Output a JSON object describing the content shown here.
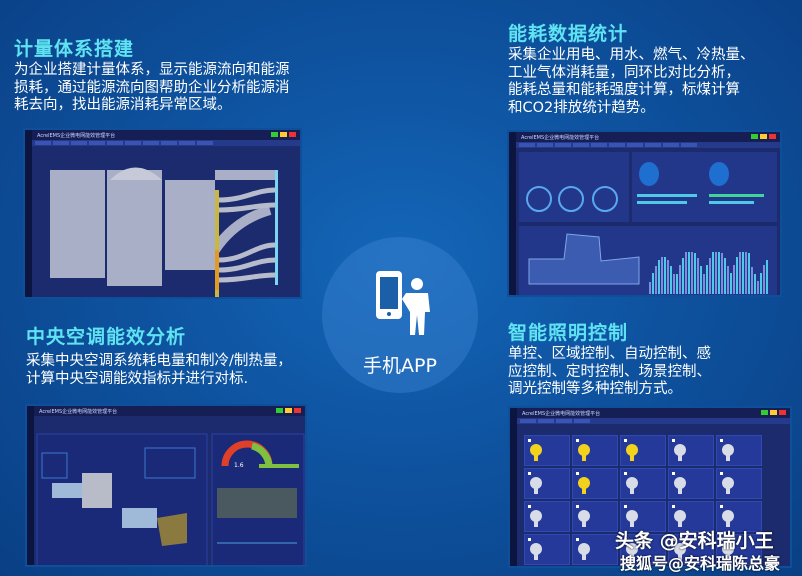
{
  "sections": {
    "metering": {
      "title": "计量体系搭建",
      "lines": [
        "为企业搭建计量体系，显示能源流向和能源",
        "损耗，通过能源流向图帮助企业分析能源消",
        "耗去向，找出能源消耗异常区域。"
      ]
    },
    "energy_stats": {
      "title": "能耗数据统计",
      "lines": [
        "采集企业用电、用水、燃气、冷热量、",
        "工业气体消耗量，同环比对比分析，",
        "能耗总量和能耗强度计算，标煤计算",
        "和CO2排放统计趋势。"
      ]
    },
    "hvac": {
      "title": "中央空调能效分析",
      "lines": [
        "采集中央空调系统耗电量和制冷/制热量，",
        "计算中央空调能效指标并进行对标."
      ]
    },
    "lighting": {
      "title": "智能照明控制",
      "lines": [
        "单控、区域控制、自动控制、感",
        "应控制、定时控制、场景控制、",
        "调光控制等多种控制方式。"
      ]
    }
  },
  "center": {
    "label": "手机APP",
    "icon": "phone-businessman-icon"
  },
  "screens": {
    "app_title": "AcrelEMS企业微电网能效管理平台",
    "gauge_value": "1.6",
    "lights_on": [
      true,
      true,
      true,
      false,
      false,
      false,
      true,
      false,
      false,
      false,
      false,
      false,
      false,
      false,
      false,
      false,
      false,
      false,
      false,
      false
    ]
  },
  "watermarks": [
    "头条 @安科瑞小王",
    "搜狐号@安科瑞陈总豪"
  ],
  "colors": {
    "title": "#5fe3f2",
    "background": "#0e53a0",
    "panel": "#1c2a6e",
    "bulb_on": "#f3d21c",
    "bulb_off": "#d8dce6"
  }
}
